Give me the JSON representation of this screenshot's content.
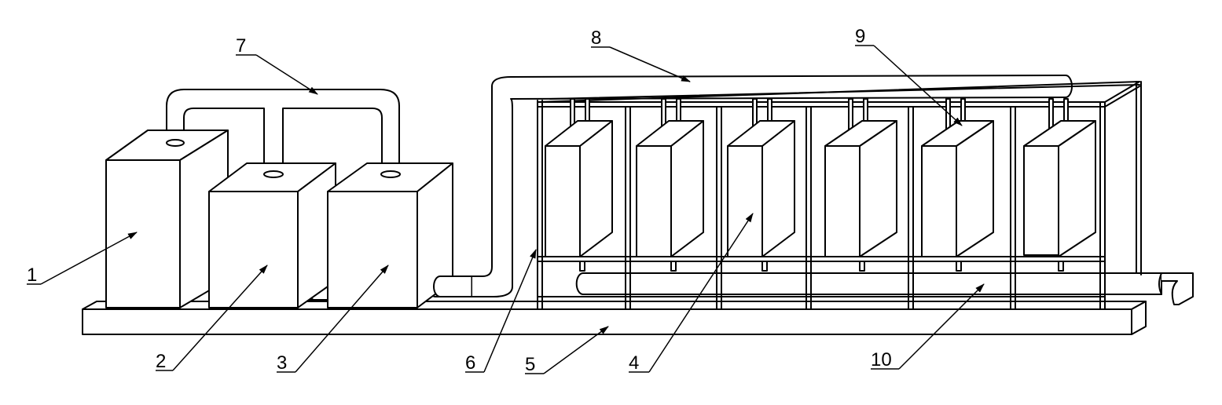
{
  "figure": {
    "labels": [
      {
        "id": "1",
        "text": "1"
      },
      {
        "id": "2",
        "text": "2"
      },
      {
        "id": "3",
        "text": "3"
      },
      {
        "id": "4",
        "text": "4"
      },
      {
        "id": "5",
        "text": "5"
      },
      {
        "id": "6",
        "text": "6"
      },
      {
        "id": "7",
        "text": "7"
      },
      {
        "id": "8",
        "text": "8"
      },
      {
        "id": "9",
        "text": "9"
      },
      {
        "id": "10",
        "text": "10"
      }
    ],
    "colors": {
      "line": "#000000",
      "background": "#ffffff"
    }
  }
}
